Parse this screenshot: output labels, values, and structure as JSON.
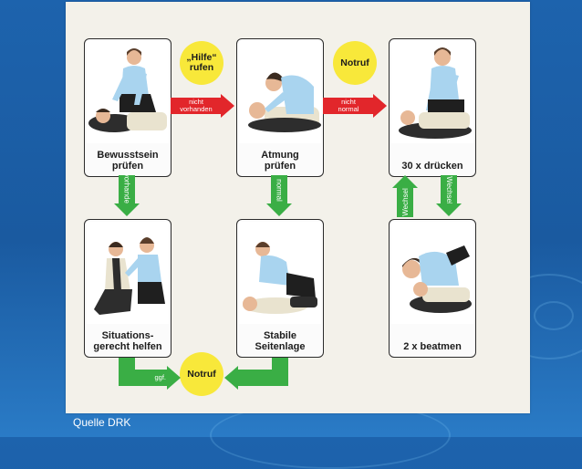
{
  "cards": {
    "consciousness": {
      "label": "Bewusstsein\nprüfen"
    },
    "breathing": {
      "label": "Atmung\nprüfen"
    },
    "compressions": {
      "label": "30 x drücken"
    },
    "help": {
      "label": "Situations-\ngerecht helfen"
    },
    "recovery": {
      "label": "Stabile\nSeitenlage"
    },
    "ventilate": {
      "label": "2 x beatmen"
    }
  },
  "circles": {
    "call_help": "„Hilfe“\nrufen",
    "emergency_top": "Notruf",
    "emergency_bottom": "Notruf"
  },
  "arrows": {
    "not_present": "nicht\nvorhanden",
    "not_normal": "nicht\nnormal",
    "present": "vorhanden",
    "normal": "normal",
    "switch_up": "Wechsel",
    "switch_down": "Wechsel",
    "if_needed": "ggf."
  },
  "colors": {
    "red_arrow": "#e2262b",
    "green_arrow": "#3aae45",
    "yellow_circle": "#f8e83a",
    "background": "#1d63ad"
  },
  "source": "Quelle DRK"
}
